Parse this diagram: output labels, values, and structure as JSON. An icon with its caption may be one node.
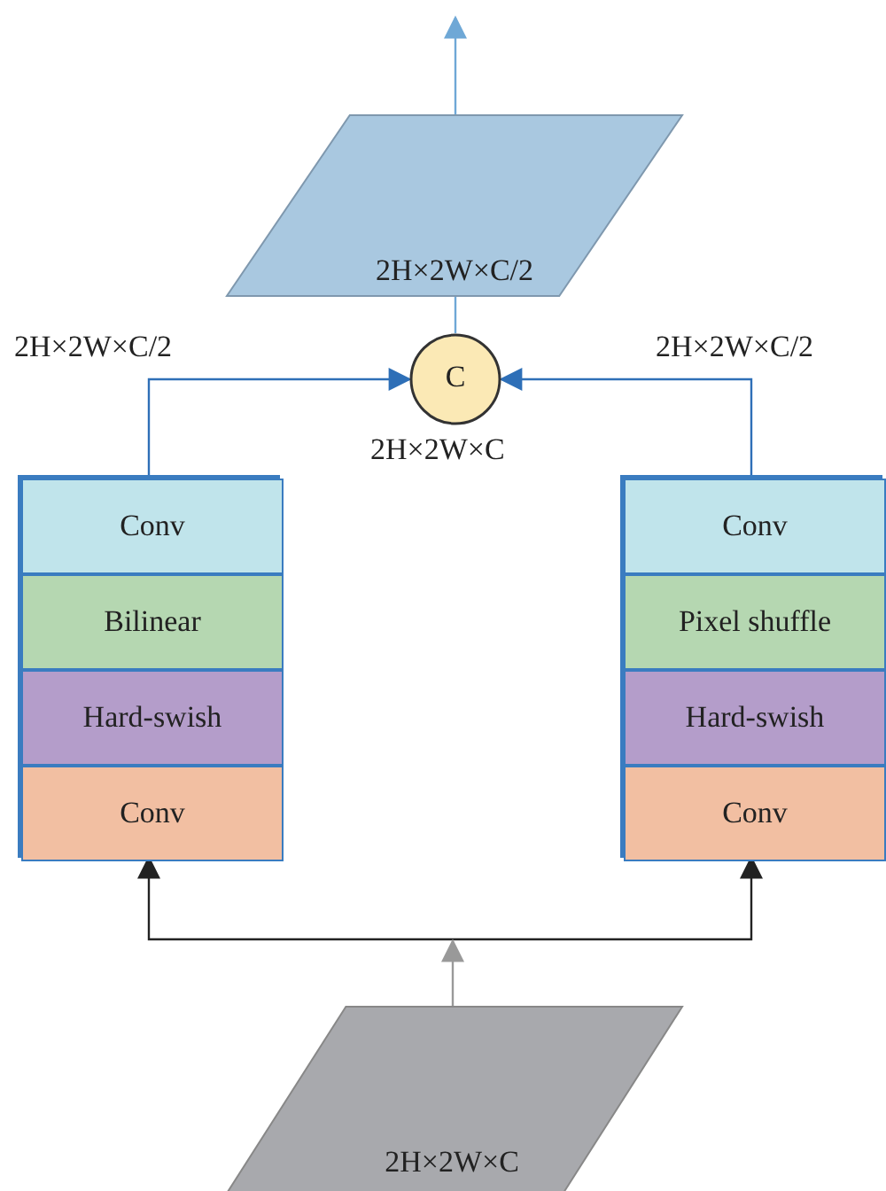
{
  "diagram": {
    "nodes": [
      {
        "text": [
          "2H×2W×C/2"
        ]
      },
      {
        "text": [
          "C"
        ]
      },
      {
        "text": [],
        "shape": "box"
      },
      {
        "text": [
          "Conv"
        ],
        "in": 2
      },
      {
        "text": [
          "Bilinear"
        ],
        "in": 2
      },
      {
        "text": [
          "Hard-swish"
        ],
        "in": 2
      },
      {
        "text": [
          "Conv"
        ],
        "in": 2
      },
      {
        "text": [],
        "shape": "box"
      },
      {
        "text": [
          "Conv"
        ],
        "in": 7
      },
      {
        "text": [
          "Pixel shuffle"
        ],
        "in": 7
      },
      {
        "text": [
          "Hard-swish"
        ],
        "in": 7
      },
      {
        "text": [
          "Conv"
        ],
        "in": 7
      },
      {
        "text": [
          "2H×2W×C"
        ]
      }
    ],
    "edges": [
      {
        "from": 2,
        "to": 1,
        "arrow": "to",
        "color": "#2e6fb7"
      },
      {
        "from": 7,
        "to": 1,
        "arrow": "to",
        "color": "#2e6fb7"
      },
      {
        "from": 1,
        "to": 0,
        "arrow": "none",
        "color": "#6fa8d6"
      },
      {
        "from": 0,
        "to": null,
        "arrow": "to",
        "color": "#6fa8d6"
      },
      {
        "from": 12,
        "to": 2,
        "arrow": "to",
        "color": "#222222"
      },
      {
        "from": 12,
        "to": 7,
        "arrow": "to",
        "color": "#222222"
      }
    ],
    "labels": [
      "2H×2W×C/2",
      "2H×2W×C/2",
      "2H×2W×C"
    ]
  }
}
